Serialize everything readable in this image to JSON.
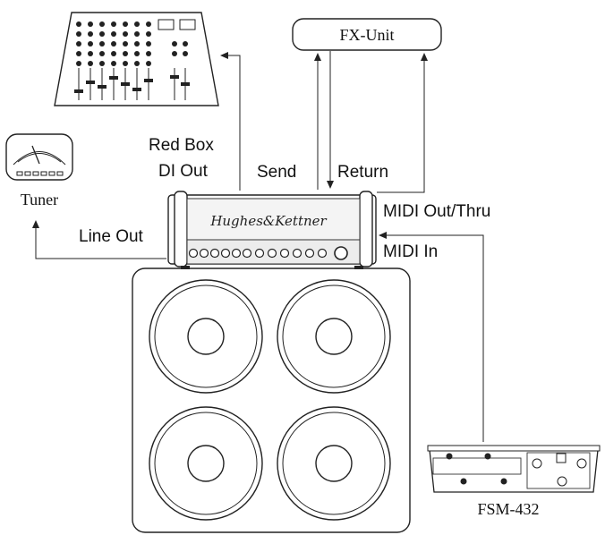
{
  "labels": {
    "fx_unit": "FX-Unit",
    "red_box_line1": "Red Box",
    "red_box_line2": "DI Out",
    "send": "Send",
    "return": "Return",
    "midi_out_thru": "MIDI Out/Thru",
    "midi_in": "MIDI In",
    "line_out": "Line Out",
    "tuner": "Tuner",
    "fsm": "FSM-432"
  },
  "amp_logo": "Hughes&Kettner",
  "colors": {
    "line": "#222222",
    "background": "#ffffff"
  }
}
